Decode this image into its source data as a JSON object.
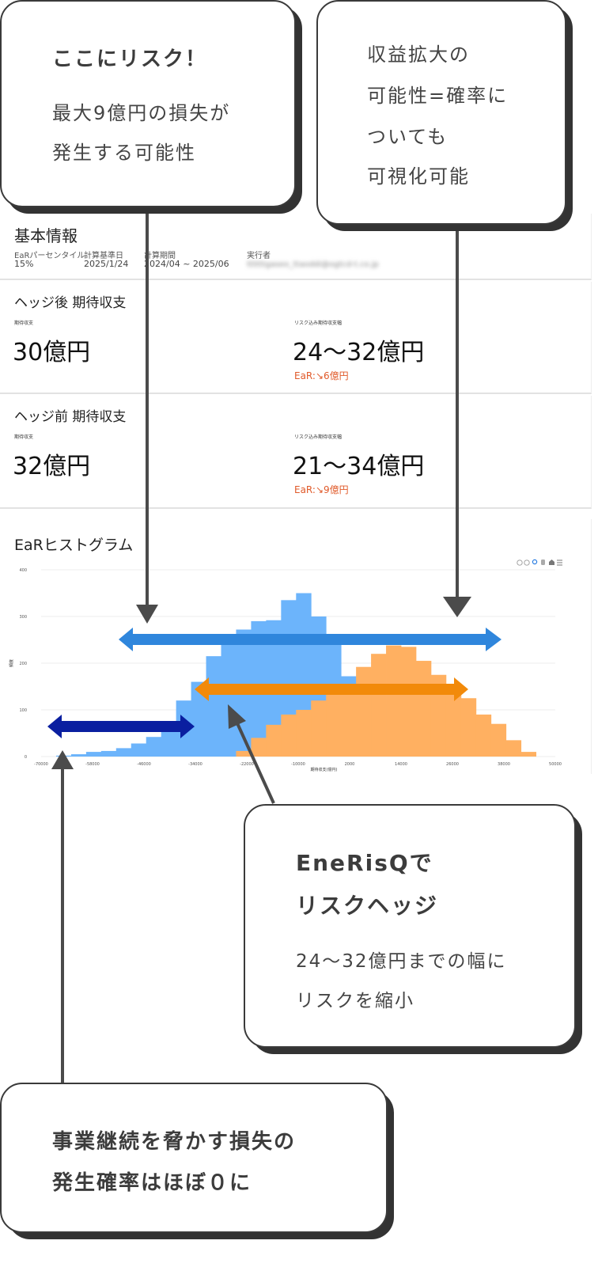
{
  "basic_info": {
    "title": "基本情報",
    "percentile_label": "EaRパーセンタイル",
    "percentile_value": "15%",
    "base_date_label": "計算基準日",
    "base_date_value": "2025/1/24",
    "period_label": "計算期間",
    "period_value": "2024/04 ~ 2025/06",
    "executor_label": "実行者",
    "executor_value": "ttttttgaseo_ttaoddi@ogtcd-t.co.jp"
  },
  "after_hedge": {
    "title": "ヘッジ後 期待収支",
    "expected_label": "期待収支",
    "expected_value": "30億円",
    "range_label": "リスク込み期待収支幅",
    "range_value": "24〜32億円",
    "ear": "EaR:↘6億円"
  },
  "before_hedge": {
    "title": "ヘッジ前 期待収支",
    "expected_label": "期待収支",
    "expected_value": "32億円",
    "range_label": "リスク込み期待収支幅",
    "range_value": "21〜34億円",
    "ear": "EaR:↘9億円"
  },
  "histogram": {
    "title": "EaRヒストグラム",
    "toolbar_icons": [
      "zoom-in-icon",
      "zoom-out-icon",
      "magnify-icon",
      "pan-hand-icon",
      "home-icon",
      "menu-icon"
    ]
  },
  "chart_data": {
    "type": "bar",
    "title": "EaRヒストグラム",
    "xlabel": "期待収支(億円)",
    "ylabel": "頻度",
    "ylim": [
      0,
      400
    ],
    "xlim": [
      -70000,
      50000
    ],
    "yticks": [
      0,
      100,
      200,
      300,
      400
    ],
    "xticks": [
      -70000,
      -58000,
      -46000,
      -34000,
      -22000,
      -10000,
      2000,
      14000,
      26000,
      38000,
      50000
    ],
    "bin_width": 3500,
    "bin_start": -70000,
    "grid": true,
    "series": [
      {
        "color": "#6cb4fb",
        "values": [
          0,
          2,
          5,
          10,
          12,
          18,
          28,
          42,
          75,
          120,
          160,
          215,
          255,
          272,
          290,
          292,
          335,
          350,
          300,
          240,
          172,
          140,
          112,
          75,
          45,
          28,
          15,
          8,
          5,
          2,
          1,
          0,
          0,
          0
        ]
      },
      {
        "color": "#ffb061",
        "values": [
          0,
          0,
          0,
          0,
          0,
          0,
          0,
          0,
          0,
          0,
          0,
          0,
          0,
          12,
          40,
          68,
          90,
          100,
          120,
          145,
          150,
          192,
          220,
          238,
          235,
          205,
          175,
          148,
          125,
          90,
          70,
          35,
          10,
          0
        ]
      }
    ]
  },
  "callouts": {
    "risk": {
      "title": "ここにリスク！",
      "line1": "最大9億円の損失が",
      "line2": "発生する可能性"
    },
    "profit": {
      "line1": "収益拡大の",
      "line2": "可能性=確率に",
      "line3": "ついても",
      "line4": "可視化可能"
    },
    "enerisq": {
      "title1": "EneRisQで",
      "title2": "リスクヘッジ",
      "line1": "24〜32億円までの幅に",
      "line2": "リスクを縮小"
    },
    "continuity": {
      "line1": "事業継続を脅かす損失の",
      "line2": "発生確率はほぼ０に"
    }
  },
  "colors": {
    "dark_blue_arrow": "#0a1fa0",
    "blue_arrow": "#2f86dc",
    "orange_arrow": "#f28a0a",
    "ear_text": "#e05a2a"
  }
}
